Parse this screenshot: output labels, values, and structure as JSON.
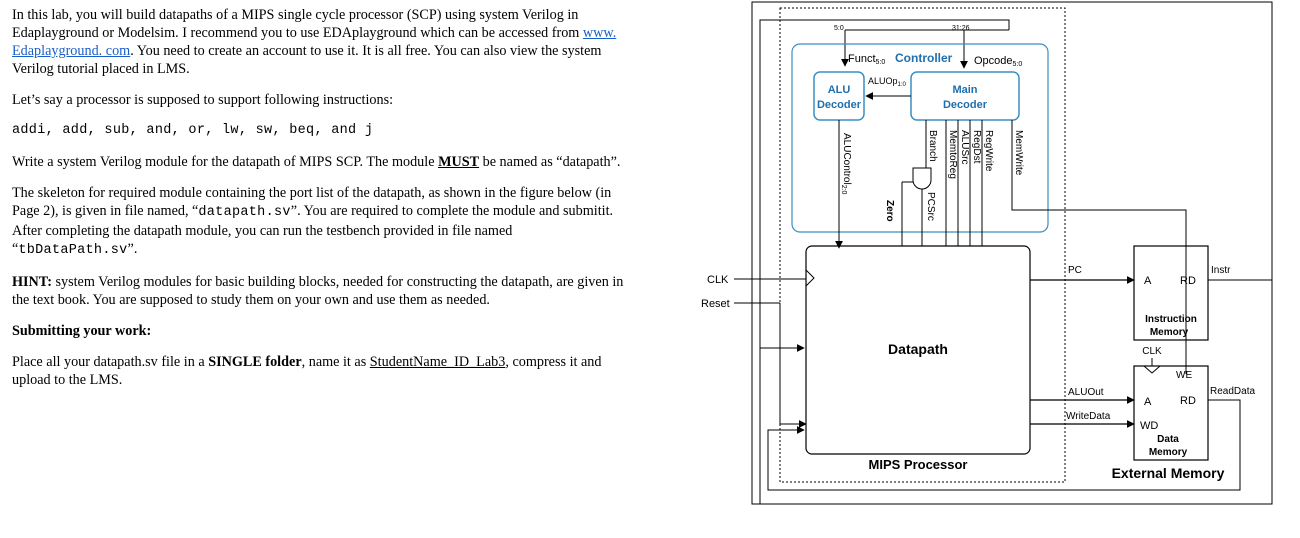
{
  "doc": {
    "p1": {
      "a": "In this lab, you will build datapaths of a MIPS single cycle processor (SCP) using system Verilog in Edaplayground or Modelsim. I recommend you to use EDAplayground which can be accessed from",
      "link": "www. Edaplayground. com",
      "b": ". You need to create an account to use it. It is all free. You can also view the system Verilog tutorial placed in LMS."
    },
    "p2": "Let’s say a processor is supposed to support following instructions:",
    "instructions": "addi, add, sub, and, or, lw, sw, beq, and j",
    "p3": {
      "a": "Write a system Verilog module for the datapath of MIPS SCP. The module",
      "must": "MUST",
      "b": "be named as “datapath”."
    },
    "p4": {
      "a": "The skeleton for required module containing the port list of the datapath, as shown in the figure below (in Page 2), is given in file named, “",
      "file1": "datapath.sv",
      "b": "”. You are required to complete the module and submitit. After completing the datapath module, you can run the testbench provided in file named “",
      "file2": "tbDataPath.sv",
      "c": "”."
    },
    "hint": {
      "label": "HINT:",
      "text": "system Verilog modules for basic building blocks, needed for constructing the datapath, are given in the text book. You are supposed to study them on your own and use them as needed."
    },
    "submit_heading": "Submitting your work:",
    "submit": {
      "a": "Place all your datapath.sv file in a",
      "folder": "SINGLE folder",
      "b": ", name it as",
      "name": "StudentName_ID_Lab3",
      "c": ", compress it and upload to the LMS."
    }
  },
  "diagram": {
    "bits_5_0": "5:0",
    "bits_31_26": "31:26",
    "funct": "Funct",
    "funct_sub": "5:0",
    "controller": "Controller",
    "opcode": "Opcode",
    "opcode_sub": "5:0",
    "aluop": "ALUOp",
    "aluop_sub": "1:0",
    "alu_decoder_1": "ALU",
    "alu_decoder_2": "Decoder",
    "main_decoder_1": "Main",
    "main_decoder_2": "Decoder",
    "alucontrol": "ALUControl",
    "alucontrol_sub": "2:0",
    "zero": "Zero",
    "branch": "Branch",
    "pcsrc": "PCSrc",
    "memtoreg": "MemtoReg",
    "alusrc": "ALUSrc",
    "regdst": "RegDst",
    "regwrite": "RegWrite",
    "memwrite": "MemWrite",
    "clk": "CLK",
    "reset": "Reset",
    "datapath": "Datapath",
    "mips_processor": "MIPS Processor",
    "pc": "PC",
    "aluout": "ALUOut",
    "writedata": "WriteData",
    "instr": "Instr",
    "readdata": "ReadData",
    "port_a": "A",
    "port_rd": "RD",
    "port_wd": "WD",
    "port_we": "WE",
    "imem_clk": "CLK",
    "imem_1": "Instruction",
    "imem_2": "Memory",
    "dmem_1": "Data",
    "dmem_2": "Memory",
    "external_memory": "External Memory"
  }
}
